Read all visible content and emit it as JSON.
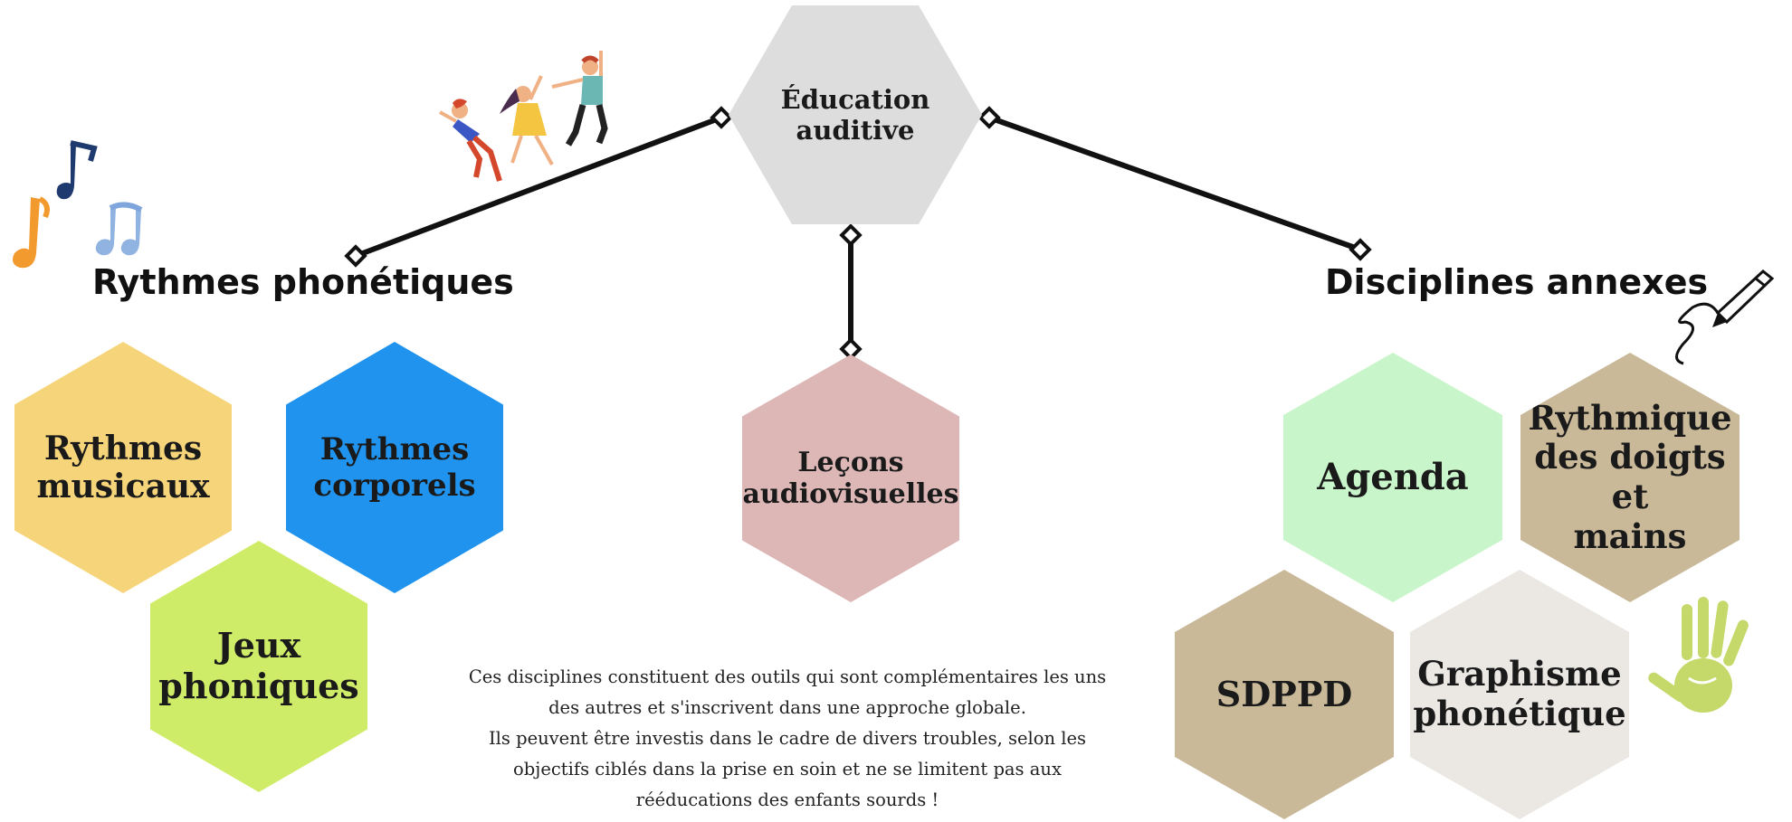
{
  "center": {
    "label": "Éducation\nauditive",
    "color": "#dddddd"
  },
  "sections": {
    "left_title": "Rythmes phonétiques",
    "right_title": "Disciplines annexes"
  },
  "left_nodes": [
    {
      "label": "Rythmes\nmusicaux",
      "color": "#f6d57a"
    },
    {
      "label": "Rythmes\ncorporels",
      "color": "#1f93ee"
    },
    {
      "label": "Jeux\nphoniques",
      "color": "#cfec68"
    }
  ],
  "middle_node": {
    "label": "Leçons\naudiovisuelles",
    "color": "#ddb6b6"
  },
  "right_nodes": [
    {
      "label": "Agenda",
      "color": "#c8f5c9"
    },
    {
      "label": "Rythmique\ndes doigts et\nmains",
      "color": "#c9b999"
    },
    {
      "label": "SDPPD",
      "color": "#c9b999"
    },
    {
      "label": "Graphisme\nphonétique",
      "color": "#ebe8e4"
    }
  ],
  "note_lines": [
    "Ces disciplines constituent des outils  qui sont complémentaires les uns",
    "des autres et s'inscrivent dans une approche globale.",
    "Ils peuvent être investis dans le cadre de divers troubles, selon les",
    "objectifs ciblés dans la prise en soin et ne se limitent pas aux",
    "rééducations des enfants sourds  !"
  ],
  "decorations": {
    "music_notes_icon": "music-notes",
    "dancers_icon": "dancing-children",
    "pencil_icon": "pencil-scribble",
    "hand_icon": "hand-print",
    "colors": {
      "note_orange": "#f29a2e",
      "note_navy": "#1f3a6e",
      "note_blue": "#7ea6dc",
      "hand_green": "#c5d96a"
    }
  }
}
